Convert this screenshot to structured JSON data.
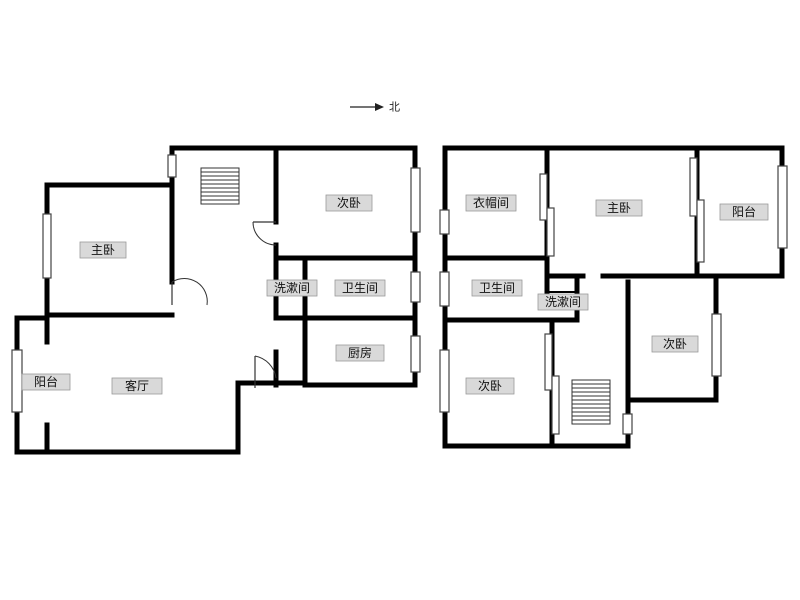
{
  "north": {
    "label": "北"
  },
  "left_plan": {
    "rooms": [
      {
        "id": "master-bedroom",
        "label": "主卧"
      },
      {
        "id": "second-bedroom",
        "label": "次卧"
      },
      {
        "id": "washroom",
        "label": "洗漱间"
      },
      {
        "id": "bathroom",
        "label": "卫生间"
      },
      {
        "id": "kitchen",
        "label": "厨房"
      },
      {
        "id": "balcony",
        "label": "阳台"
      },
      {
        "id": "living-room",
        "label": "客厅"
      }
    ]
  },
  "right_plan": {
    "rooms": [
      {
        "id": "cloakroom",
        "label": "衣帽间"
      },
      {
        "id": "master-bedroom",
        "label": "主卧"
      },
      {
        "id": "balcony",
        "label": "阳台"
      },
      {
        "id": "bathroom",
        "label": "卫生间"
      },
      {
        "id": "washroom",
        "label": "洗漱间"
      },
      {
        "id": "second-bedroom-east",
        "label": "次卧"
      },
      {
        "id": "second-bedroom-west",
        "label": "次卧"
      }
    ]
  }
}
